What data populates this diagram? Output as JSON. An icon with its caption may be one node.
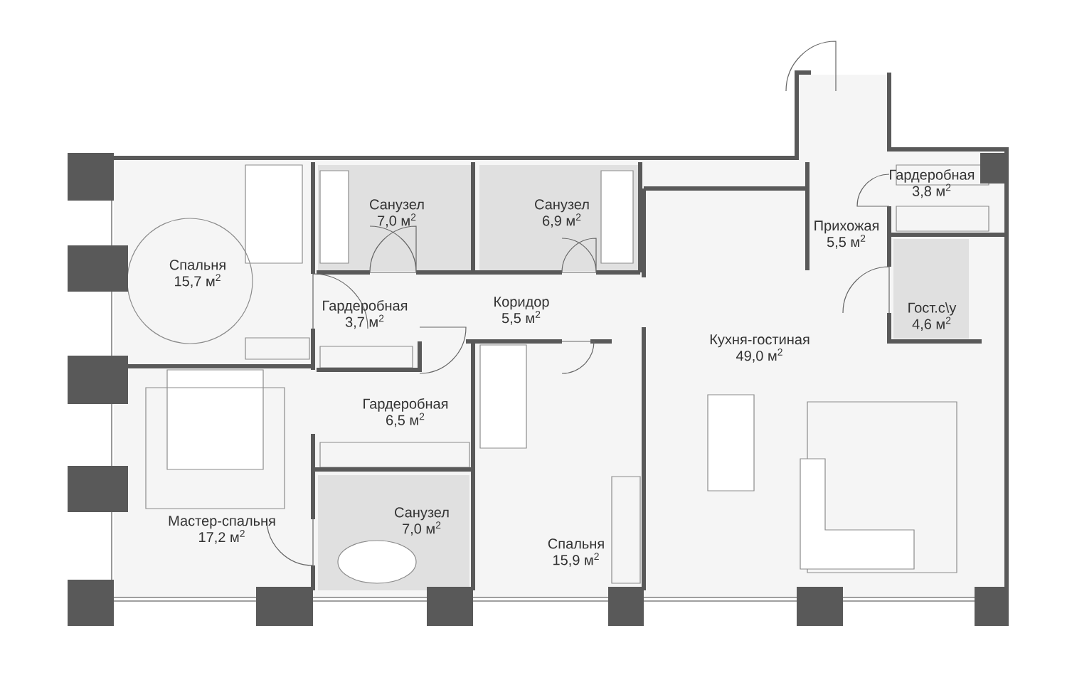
{
  "diagram": {
    "nodes": [
      {
        "text": [
          "Спальня",
          "15,7 м$^{2}$"
        ]
      },
      {
        "text": [
          "Санузел",
          "7,0 м$^{2}$"
        ]
      },
      {
        "text": [
          "Санузел",
          "6,9 м$^{2}$"
        ]
      },
      {
        "text": [
          "Гардеробная",
          "3,8 м$^{2}$"
        ]
      },
      {
        "text": [
          "Прихожая",
          "5,5 м$^{2}$"
        ]
      },
      {
        "text": [
          "Гардеробная",
          "3,7 м$^{2}$"
        ]
      },
      {
        "text": [
          "Коридор",
          "5,5 м$^{2}$"
        ]
      },
      {
        "text": [
          "Гост.с\\у",
          "4,6 м$^{2}$"
        ]
      },
      {
        "text": [
          "Кухня-гостиная",
          "49,0 м$^{2}$"
        ]
      },
      {
        "text": [
          "Гардеробная",
          "6,5 м$^{2}$"
        ]
      },
      {
        "text": [
          "Санузел",
          "7,0 м$^{2}$"
        ]
      },
      {
        "text": [
          "Мастер-спальня",
          "17,2 м$^{2}$"
        ]
      },
      {
        "text": [
          "Спальня",
          "15,9 м$^{2}$"
        ]
      }
    ]
  }
}
